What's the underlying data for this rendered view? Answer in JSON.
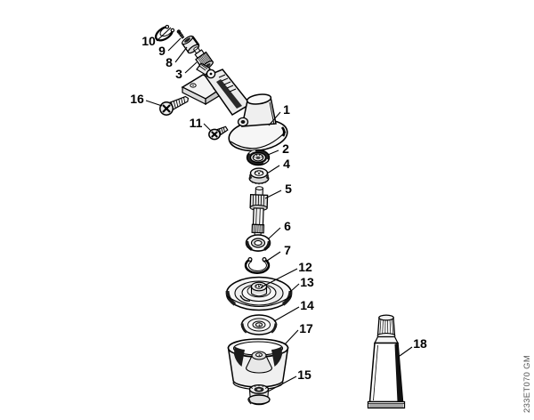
{
  "diagram": {
    "watermark": "233ET070 GM",
    "part_numbers": [
      "1",
      "2",
      "3",
      "4",
      "5",
      "6",
      "7",
      "8",
      "9",
      "10",
      "11",
      "12",
      "13",
      "14",
      "15",
      "16",
      "17",
      "18"
    ]
  }
}
